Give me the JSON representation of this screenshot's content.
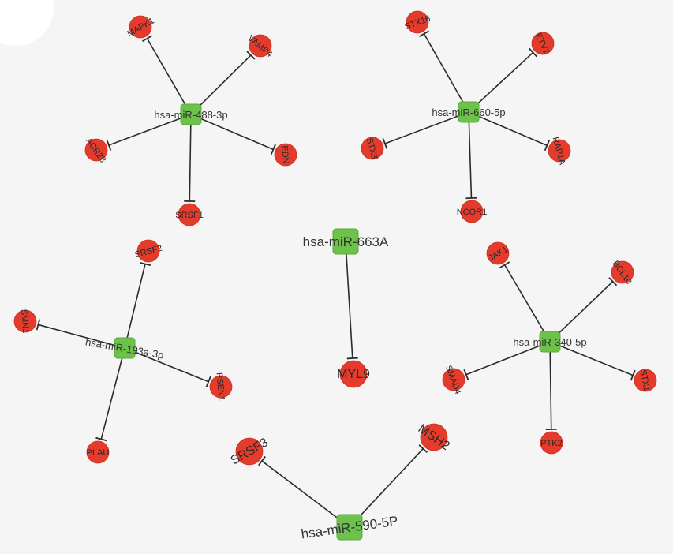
{
  "network": {
    "clusters": [
      {
        "mirna": "hsa-miR-488-3p",
        "targets": [
          "MAPK1",
          "VAMP4",
          "ACR28",
          "EDN",
          "SRSF1"
        ]
      },
      {
        "mirna": "hsa-miR-660-5p",
        "targets": [
          "STX16",
          "ETV1",
          "STX3",
          "RAP1A",
          "NCOR1"
        ]
      },
      {
        "mirna": "hsa-miR-663A",
        "targets": [
          "MYL9"
        ]
      },
      {
        "mirna": "hsa-miR-193a-3p",
        "targets": [
          "SRSF2",
          "SMN1",
          "PSEN1",
          "PLAU"
        ]
      },
      {
        "mirna": "hsa-miR-340-5p",
        "targets": [
          "JAK1",
          "BCL10",
          "SMAD4",
          "STX1",
          "PTK2"
        ]
      },
      {
        "mirna": "hsa-miR-590-5P",
        "targets": [
          "SRSF3",
          "MSH2"
        ]
      }
    ]
  },
  "colors": {
    "mirna_node": "#6cc24a",
    "target_node": "#e53b2c",
    "edge": "#2b2b2b",
    "background": "#f5f5f5"
  }
}
